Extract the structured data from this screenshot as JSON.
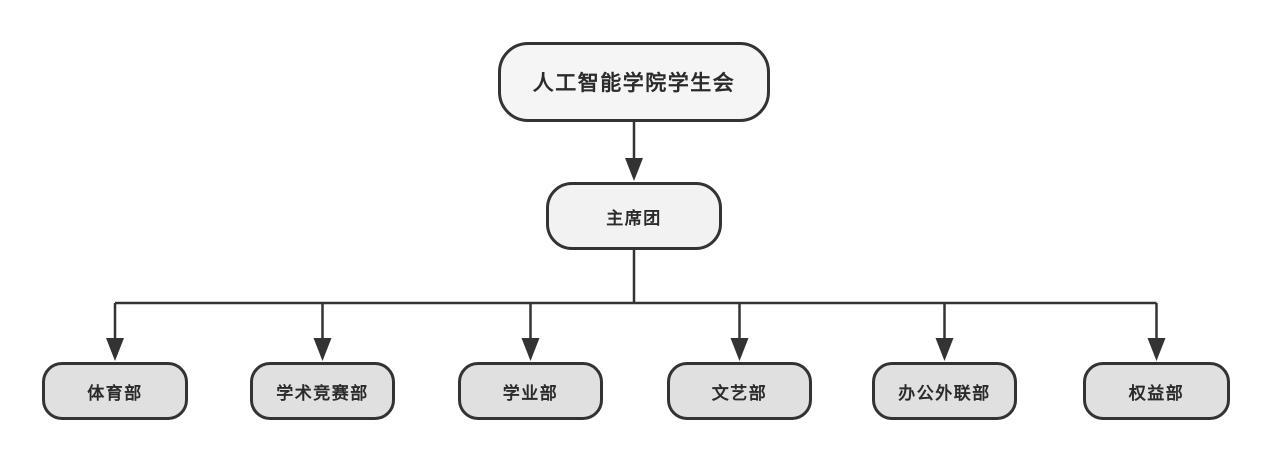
{
  "orgchart": {
    "root": {
      "label": "人工智能学院学生会"
    },
    "level2": {
      "label": "主席团"
    },
    "departments": [
      {
        "label": "体育部"
      },
      {
        "label": "学术竞赛部"
      },
      {
        "label": "学业部"
      },
      {
        "label": "文艺部"
      },
      {
        "label": "办公外联部"
      },
      {
        "label": "权益部"
      }
    ],
    "edges": [
      {
        "from": "人工智能学院学生会",
        "to": "主席团"
      },
      {
        "from": "主席团",
        "to": "体育部"
      },
      {
        "from": "主席团",
        "to": "学术竞赛部"
      },
      {
        "from": "主席团",
        "to": "学业部"
      },
      {
        "from": "主席团",
        "to": "文艺部"
      },
      {
        "from": "主席团",
        "to": "办公外联部"
      },
      {
        "from": "主席团",
        "to": "权益部"
      }
    ]
  },
  "theme": {
    "background": "#ffffff",
    "node_border": "#333333",
    "node_fill_root": "#f5f5f5",
    "node_fill_mid": "#f2f2f2",
    "node_fill_dept": "#e0e0e0",
    "connector": "#333333",
    "text": "#2b2b2b"
  }
}
